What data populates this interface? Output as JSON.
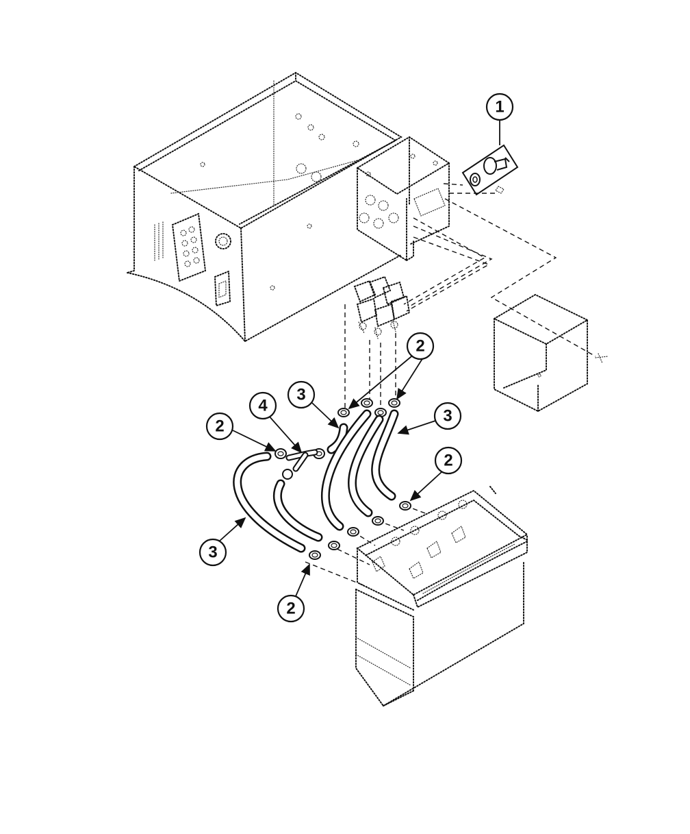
{
  "callouts": {
    "c1": "1",
    "c2a": "2",
    "c2b": "2",
    "c2c": "2",
    "c2d": "2",
    "c3a": "3",
    "c3b": "3",
    "c3c": "3",
    "c4": "4"
  },
  "colors": {
    "line": "#111111",
    "background": "#ffffff"
  }
}
